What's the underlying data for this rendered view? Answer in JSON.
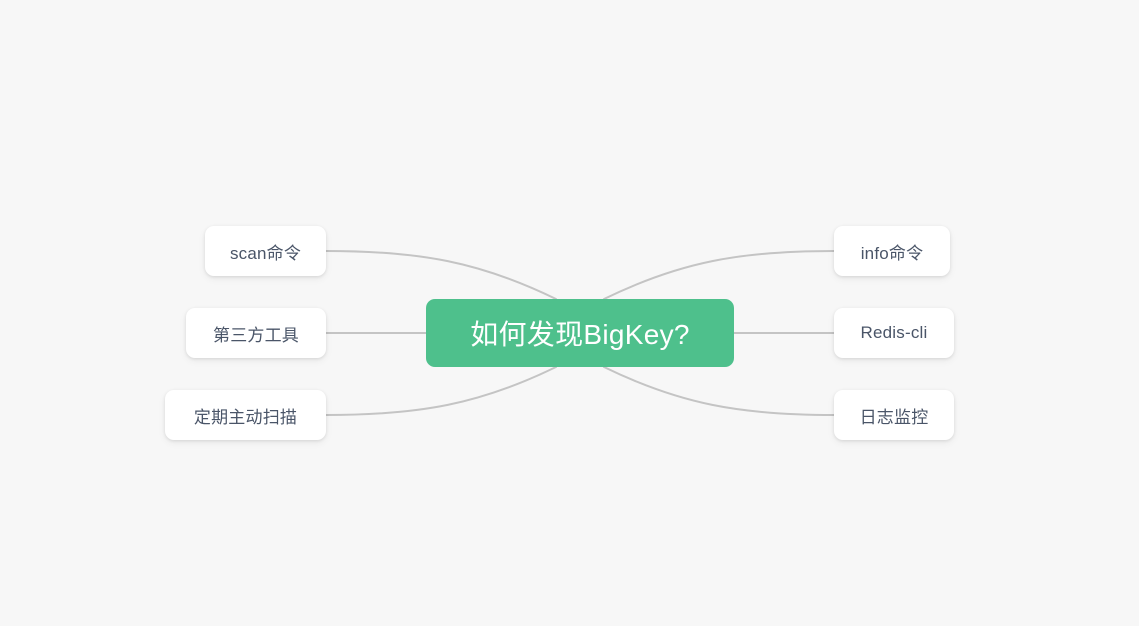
{
  "diagram": {
    "type": "mindmap",
    "title": "如何发现BigKey?",
    "background_color": "#f7f7f7",
    "central": {
      "label": "如何发现BigKey?",
      "fill_color": "#4ec08c",
      "text_color": "#ffffff"
    },
    "connector_color": "#c4c4c4",
    "branch_text_color": "#4a5568",
    "branch_fill_color": "#ffffff",
    "left_branches": [
      {
        "label": "scan命令"
      },
      {
        "label": "第三方工具"
      },
      {
        "label": "定期主动扫描"
      }
    ],
    "right_branches": [
      {
        "label": "info命令"
      },
      {
        "label": "Redis-cli"
      },
      {
        "label": "日志监控"
      }
    ]
  }
}
